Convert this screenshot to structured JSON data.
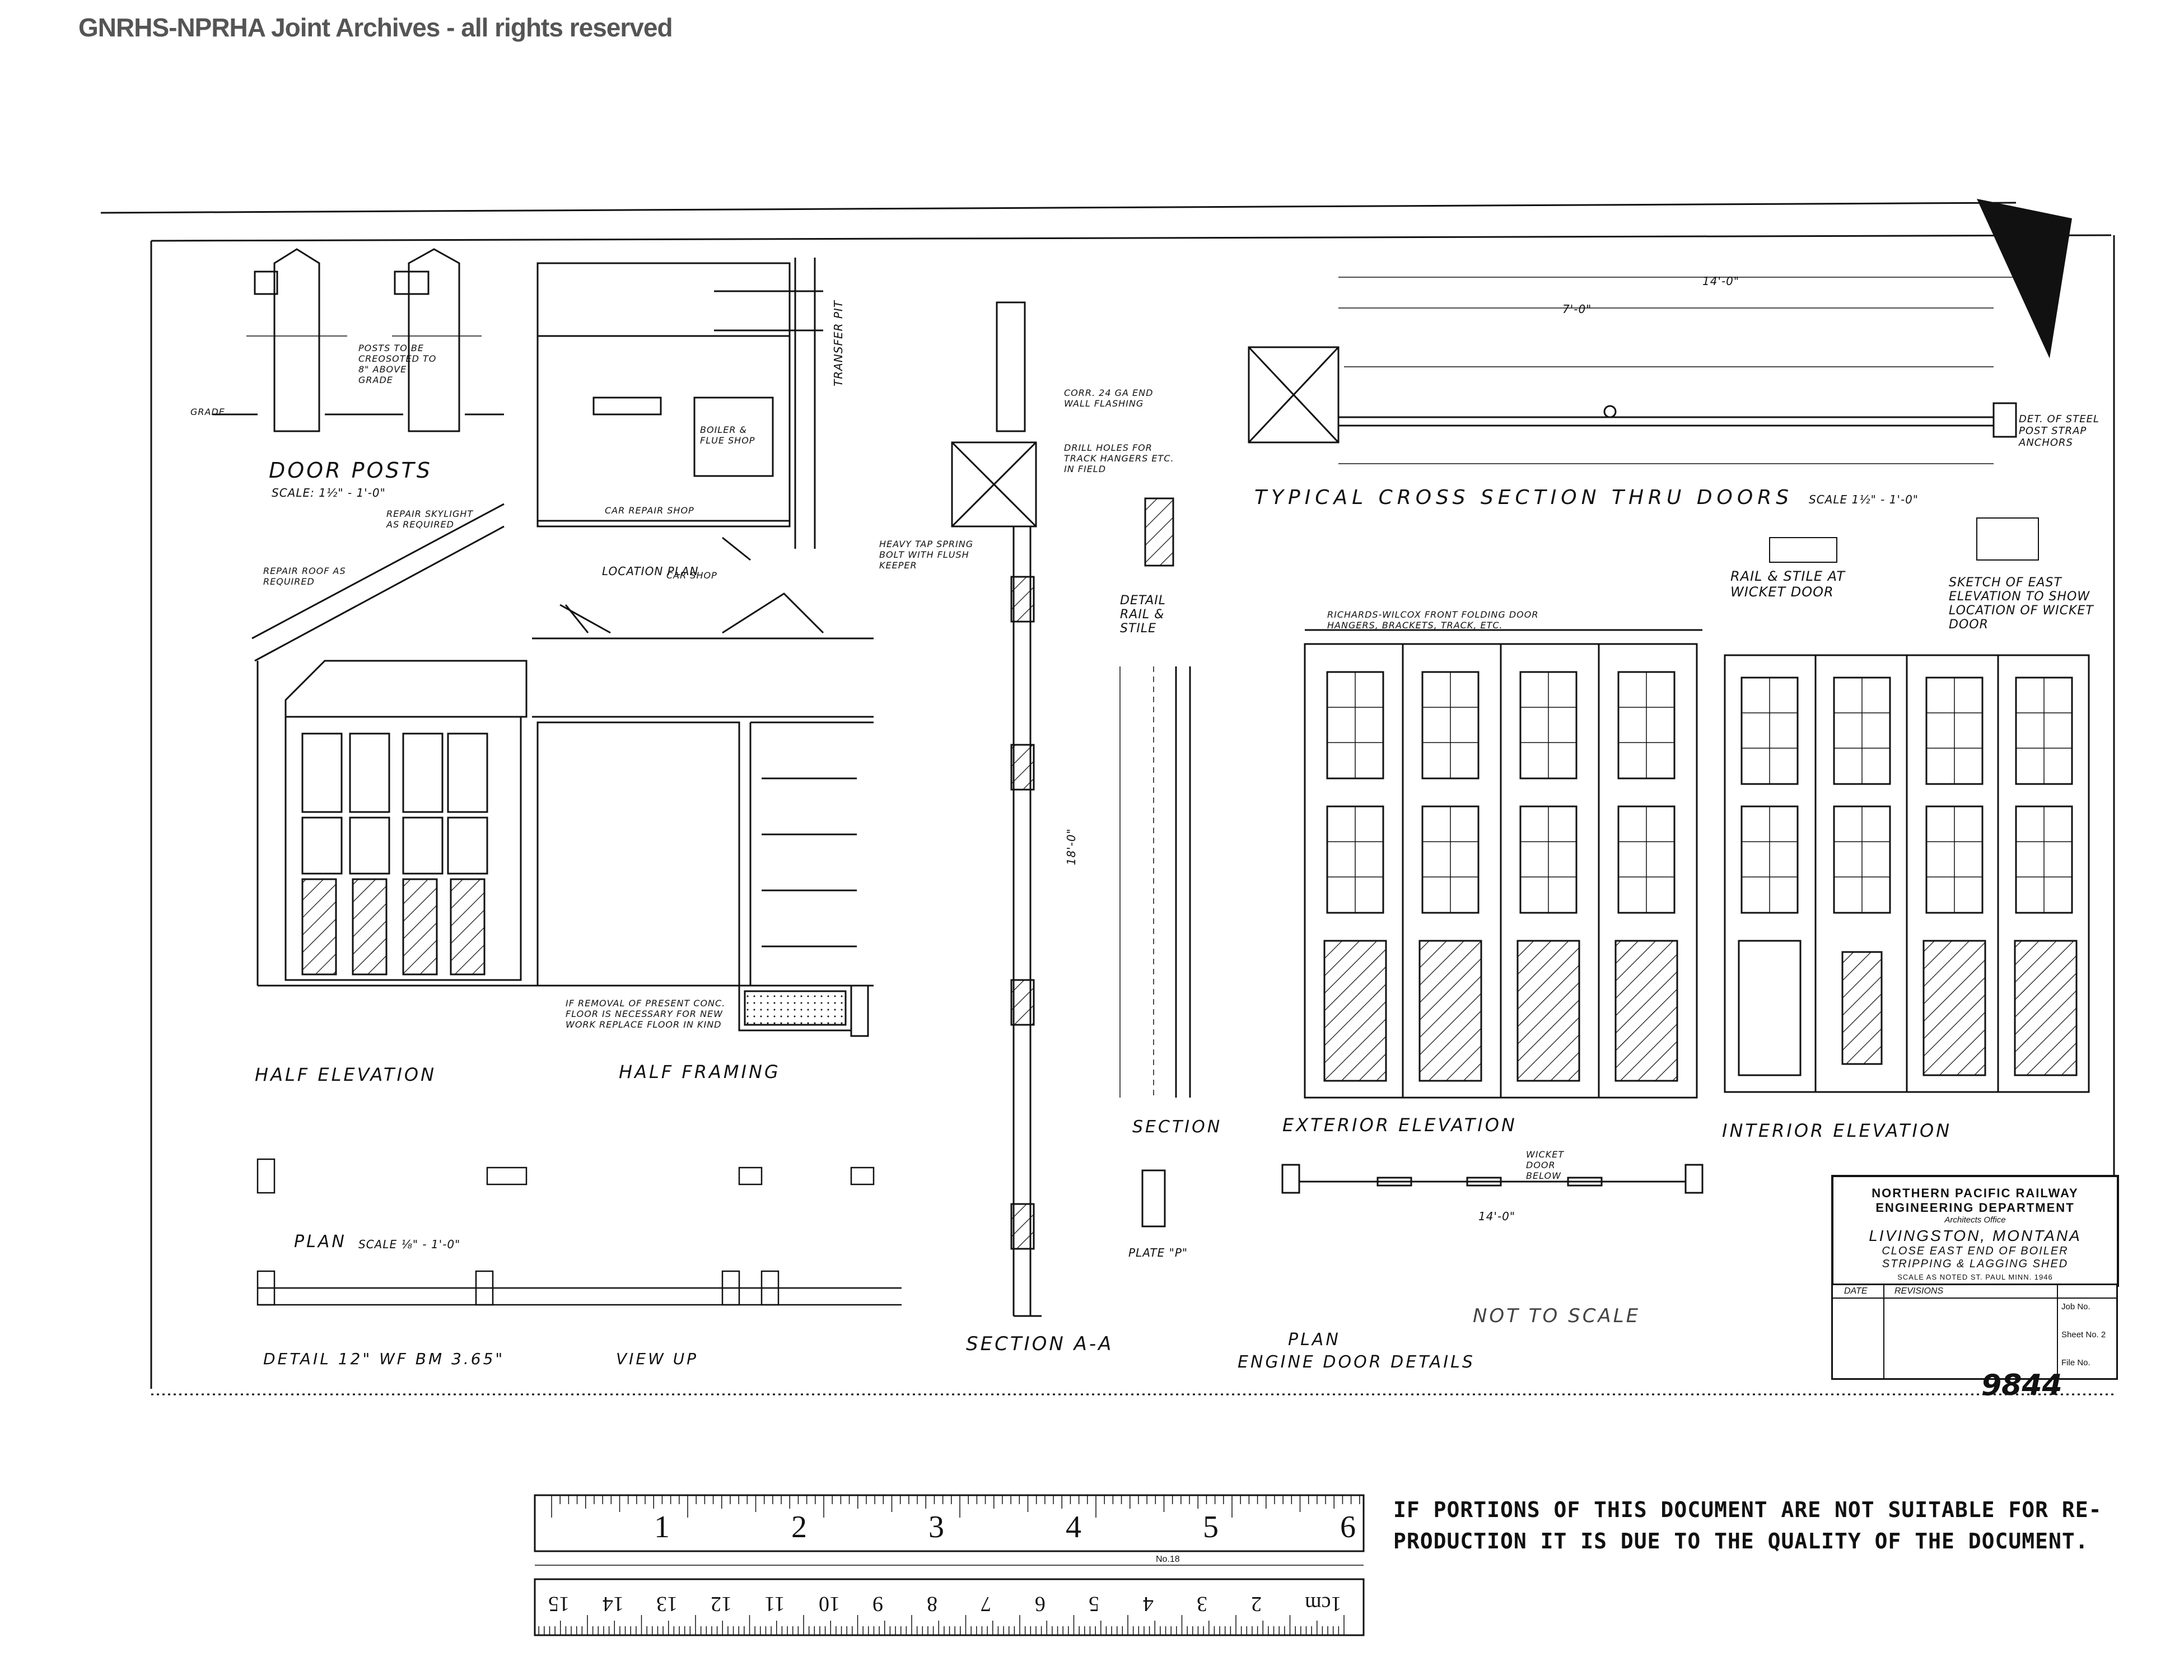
{
  "watermark": "GNRHS-NPRHA Joint Archives - all rights reserved",
  "views": {
    "door_posts": "DOOR POSTS",
    "door_posts_scale": "SCALE: 1½\" - 1'-0\"",
    "location_plan": "LOCATION PLAN",
    "half_elevation": "HALF ELEVATION",
    "half_framing": "HALF FRAMING",
    "plan": "PLAN",
    "plan_scale": "SCALE ⅛\" - 1'-0\"",
    "detail_wf": "DETAIL 12\" WF BM 3.65\"",
    "view_up": "VIEW UP",
    "section_aa": "SECTION A-A",
    "typical_cross_section": "TYPICAL CROSS SECTION THRU DOORS",
    "typical_scale": "SCALE 1½\" - 1'-0\"",
    "detail_rail_stile": "DETAIL RAIL & STILE",
    "section": "SECTION",
    "exterior_elevation": "EXTERIOR ELEVATION",
    "interior_elevation": "INTERIOR ELEVATION",
    "plan_engine": "PLAN",
    "engine_door_details": "ENGINE DOOR DETAILS",
    "rail_stile_wicket": "RAIL & STILE AT WICKET DOOR",
    "sketch_east_elevation": "SKETCH OF EAST ELEVATION TO SHOW LOCATION OF WICKET DOOR",
    "plate_p": "PLATE \"P\"",
    "transfer_pit": "TRANSFER PIT",
    "car_shop": "CAR SHOP",
    "boiler_flue_shop": "BOILER & FLUE SHOP",
    "car_repair_shop": "CAR REPAIR SHOP"
  },
  "notes": {
    "repair_skylight": "REPAIR SKYLIGHT AS REQUIRED",
    "repair_roof": "REPAIR ROOF AS REQUIRED",
    "posts_creosoted": "POSTS TO BE CREOSOTED TO 8\" ABOVE GRADE",
    "grade": "GRADE",
    "richards_wilcox": "RICHARDS-WILCOX FRONT FOLDING DOOR HANGERS, BRACKETS, TRACK, ETC.",
    "corr_flashing": "CORR. 24 GA END WALL FLASHING",
    "drill_holes": "DRILL HOLES FOR TRACK HANGERS ETC. IN FIELD",
    "heavy_spring": "HEAVY TAP SPRING BOLT WITH FLUSH KEEPER",
    "steel_anchors": "DET. OF STEEL POST STRAP ANCHORS",
    "wicket_door_below": "WICKET DOOR BELOW",
    "removal_note": "IF REMOVAL OF PRESENT CONC. FLOOR IS NECESSARY FOR NEW WORK REPLACE FLOOR IN KIND",
    "not_to_scale": "NOT TO SCALE",
    "dim_14ft": "14'-0\"",
    "dim_7ft": "7'-0\"",
    "dim_18ft": "18'-0\""
  },
  "title_block": {
    "company": "NORTHERN PACIFIC RAILWAY",
    "department": "ENGINEERING DEPARTMENT",
    "office": "Architects Office",
    "location": "LIVINGSTON, MONTANA",
    "desc_line1": "CLOSE EAST END OF BOILER",
    "desc_line2": "STRIPPING & LAGGING SHED",
    "scale_line": "SCALE AS NOTED    ST. PAUL MINN.    1946",
    "date_col": "DATE",
    "revisions_col": "REVISIONS",
    "job_no": "Job No.",
    "sheet_no": "Sheet No. 2",
    "file_no": "File No."
  },
  "drawing_number": "9844",
  "notice": {
    "line1": "IF PORTIONS OF THIS DOCUMENT ARE NOT SUITABLE FOR RE-",
    "line2": "PRODUCTION IT IS DUE TO THE QUALITY OF THE DOCUMENT."
  },
  "ruler": {
    "inch_labels": [
      "1",
      "2",
      "3",
      "4",
      "5",
      "6"
    ],
    "cm_labels": [
      "1cm",
      "2",
      "3",
      "4",
      "5",
      "6",
      "7",
      "8",
      "9",
      "10",
      "11",
      "12",
      "13",
      "14",
      "15"
    ],
    "brand": "No.18"
  }
}
